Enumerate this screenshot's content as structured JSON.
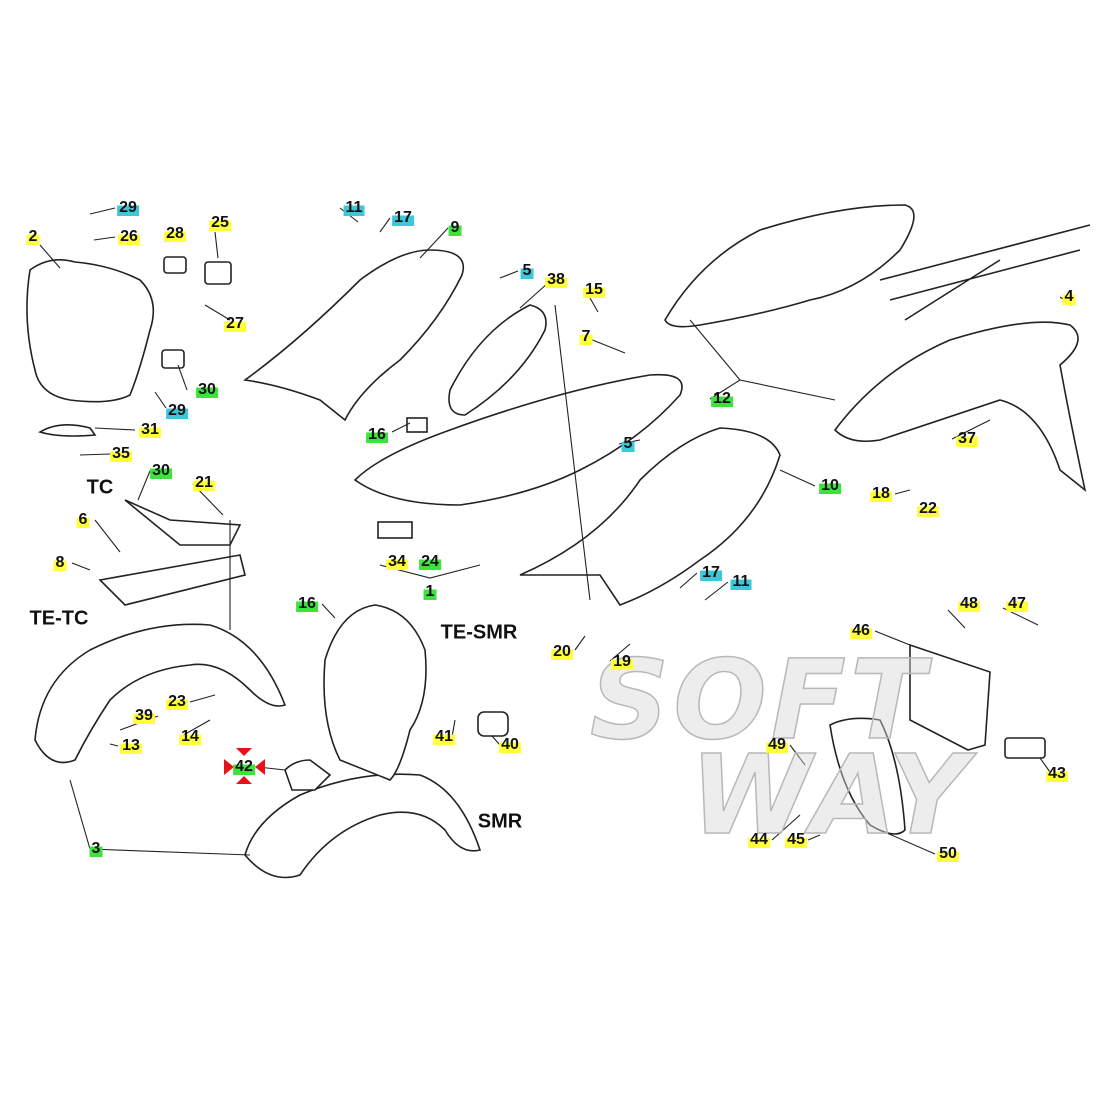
{
  "watermark": [
    "SOFT",
    "WAY"
  ],
  "colors": {
    "yellow": "#ffff3a",
    "green": "#3ee23e",
    "cyan": "#3cc8d8",
    "highlight_arrow": "#e8101a"
  },
  "variants": {
    "tc": "TC",
    "te_tc": "TE-TC",
    "te_smr": "TE-SMR",
    "smr": "SMR"
  },
  "labels": [
    {
      "n": "29",
      "c": "cyan"
    },
    {
      "n": "26",
      "c": "yellow"
    },
    {
      "n": "2",
      "c": "yellow"
    },
    {
      "n": "25",
      "c": "yellow"
    },
    {
      "n": "28",
      "c": "yellow"
    },
    {
      "n": "27",
      "c": "yellow"
    },
    {
      "n": "30",
      "c": "green"
    },
    {
      "n": "29",
      "c": "cyan"
    },
    {
      "n": "31",
      "c": "yellow"
    },
    {
      "n": "35",
      "c": "yellow"
    },
    {
      "n": "11",
      "c": "cyan"
    },
    {
      "n": "17",
      "c": "cyan"
    },
    {
      "n": "9",
      "c": "green"
    },
    {
      "n": "5",
      "c": "cyan"
    },
    {
      "n": "38",
      "c": "yellow"
    },
    {
      "n": "15",
      "c": "yellow"
    },
    {
      "n": "7",
      "c": "yellow"
    },
    {
      "n": "16",
      "c": "green"
    },
    {
      "n": "12",
      "c": "green"
    },
    {
      "n": "4",
      "c": "yellow"
    },
    {
      "n": "5",
      "c": "cyan"
    },
    {
      "n": "10",
      "c": "green"
    },
    {
      "n": "37",
      "c": "yellow"
    },
    {
      "n": "18",
      "c": "yellow"
    },
    {
      "n": "22",
      "c": "yellow"
    },
    {
      "n": "30",
      "c": "green"
    },
    {
      "n": "21",
      "c": "yellow"
    },
    {
      "n": "6",
      "c": "yellow"
    },
    {
      "n": "8",
      "c": "yellow"
    },
    {
      "n": "34",
      "c": "yellow"
    },
    {
      "n": "24",
      "c": "green"
    },
    {
      "n": "1",
      "c": "green"
    },
    {
      "n": "17",
      "c": "cyan"
    },
    {
      "n": "11",
      "c": "cyan"
    },
    {
      "n": "16",
      "c": "green"
    },
    {
      "n": "20",
      "c": "yellow"
    },
    {
      "n": "19",
      "c": "yellow"
    },
    {
      "n": "48",
      "c": "yellow"
    },
    {
      "n": "47",
      "c": "yellow"
    },
    {
      "n": "46",
      "c": "yellow"
    },
    {
      "n": "23",
      "c": "yellow"
    },
    {
      "n": "39",
      "c": "yellow"
    },
    {
      "n": "14",
      "c": "yellow"
    },
    {
      "n": "13",
      "c": "yellow"
    },
    {
      "n": "41",
      "c": "yellow"
    },
    {
      "n": "40",
      "c": "yellow"
    },
    {
      "n": "42",
      "c": "green"
    },
    {
      "n": "49",
      "c": "yellow"
    },
    {
      "n": "43",
      "c": "yellow"
    },
    {
      "n": "3",
      "c": "green"
    },
    {
      "n": "44",
      "c": "yellow"
    },
    {
      "n": "45",
      "c": "yellow"
    },
    {
      "n": "50",
      "c": "yellow"
    }
  ]
}
